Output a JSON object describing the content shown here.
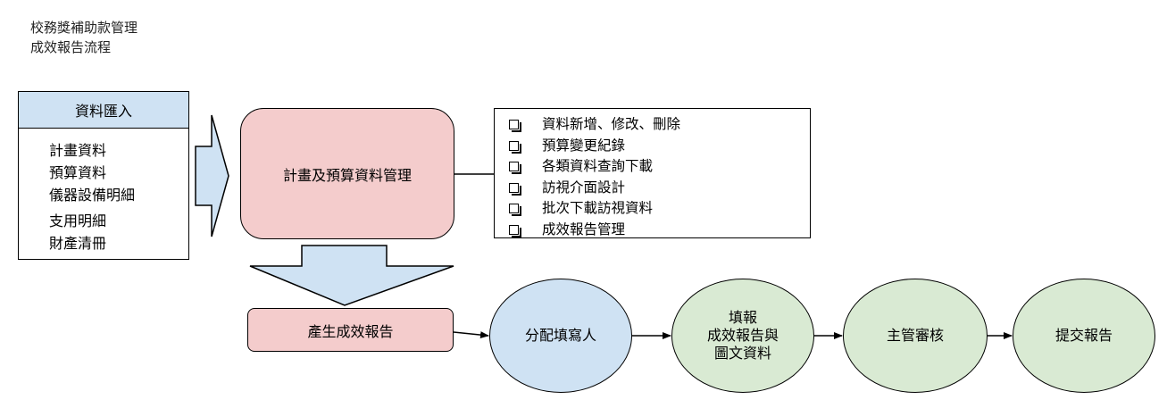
{
  "title": {
    "line1": "校務獎補助款管理",
    "line2": "成效報告流程"
  },
  "data_import": {
    "header": "資料匯入",
    "items": [
      "計畫資料",
      "預算資料",
      "儀器設備明細",
      "支用明細",
      "財產清冊"
    ]
  },
  "management": {
    "label": "計畫及預算資料管理"
  },
  "features": {
    "items": [
      "資料新增、修改、刪除",
      "預算變更紀錄",
      "各類資料查詢下載",
      "訪視介面設計",
      "批次下載訪視資料",
      "成效報告管理"
    ]
  },
  "generate": {
    "label": "產生成效報告"
  },
  "workflow": {
    "assign": "分配填寫人",
    "fill_line1": "填報",
    "fill_line2": "成效報告與",
    "fill_line3": "圖文資料",
    "review": "主管審核",
    "submit": "提交報告"
  },
  "colors": {
    "blue_fill": "#cfe2f3",
    "pink_fill": "#f4cccc",
    "green_fill": "#d9ead3"
  }
}
